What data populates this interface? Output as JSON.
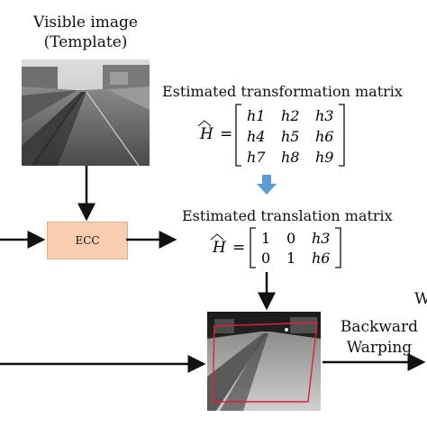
{
  "template": {
    "caption_line1": "Visible image",
    "caption_line2": "(Template)"
  },
  "ecc": {
    "label": "ECC"
  },
  "transformation": {
    "title": "Estimated transformation matrix",
    "symbol": "H",
    "equals": "=",
    "rows": [
      [
        "h1",
        "h2",
        "h3"
      ],
      [
        "h4",
        "h5",
        "h6"
      ],
      [
        "h7",
        "h8",
        "h9"
      ]
    ]
  },
  "translation": {
    "title": "Estimated translation matrix",
    "symbol": "H",
    "equals": "=",
    "rows": [
      [
        "1",
        "0",
        "h3"
      ],
      [
        "0",
        "1",
        "h6"
      ]
    ]
  },
  "warping": {
    "line1": "Backward",
    "line2": "Warping",
    "edge_text": "W"
  },
  "colors": {
    "ecc_fill": "#f9cfb0",
    "down_arrow": "#5b9bd5",
    "warp_box": "#e0203a"
  }
}
